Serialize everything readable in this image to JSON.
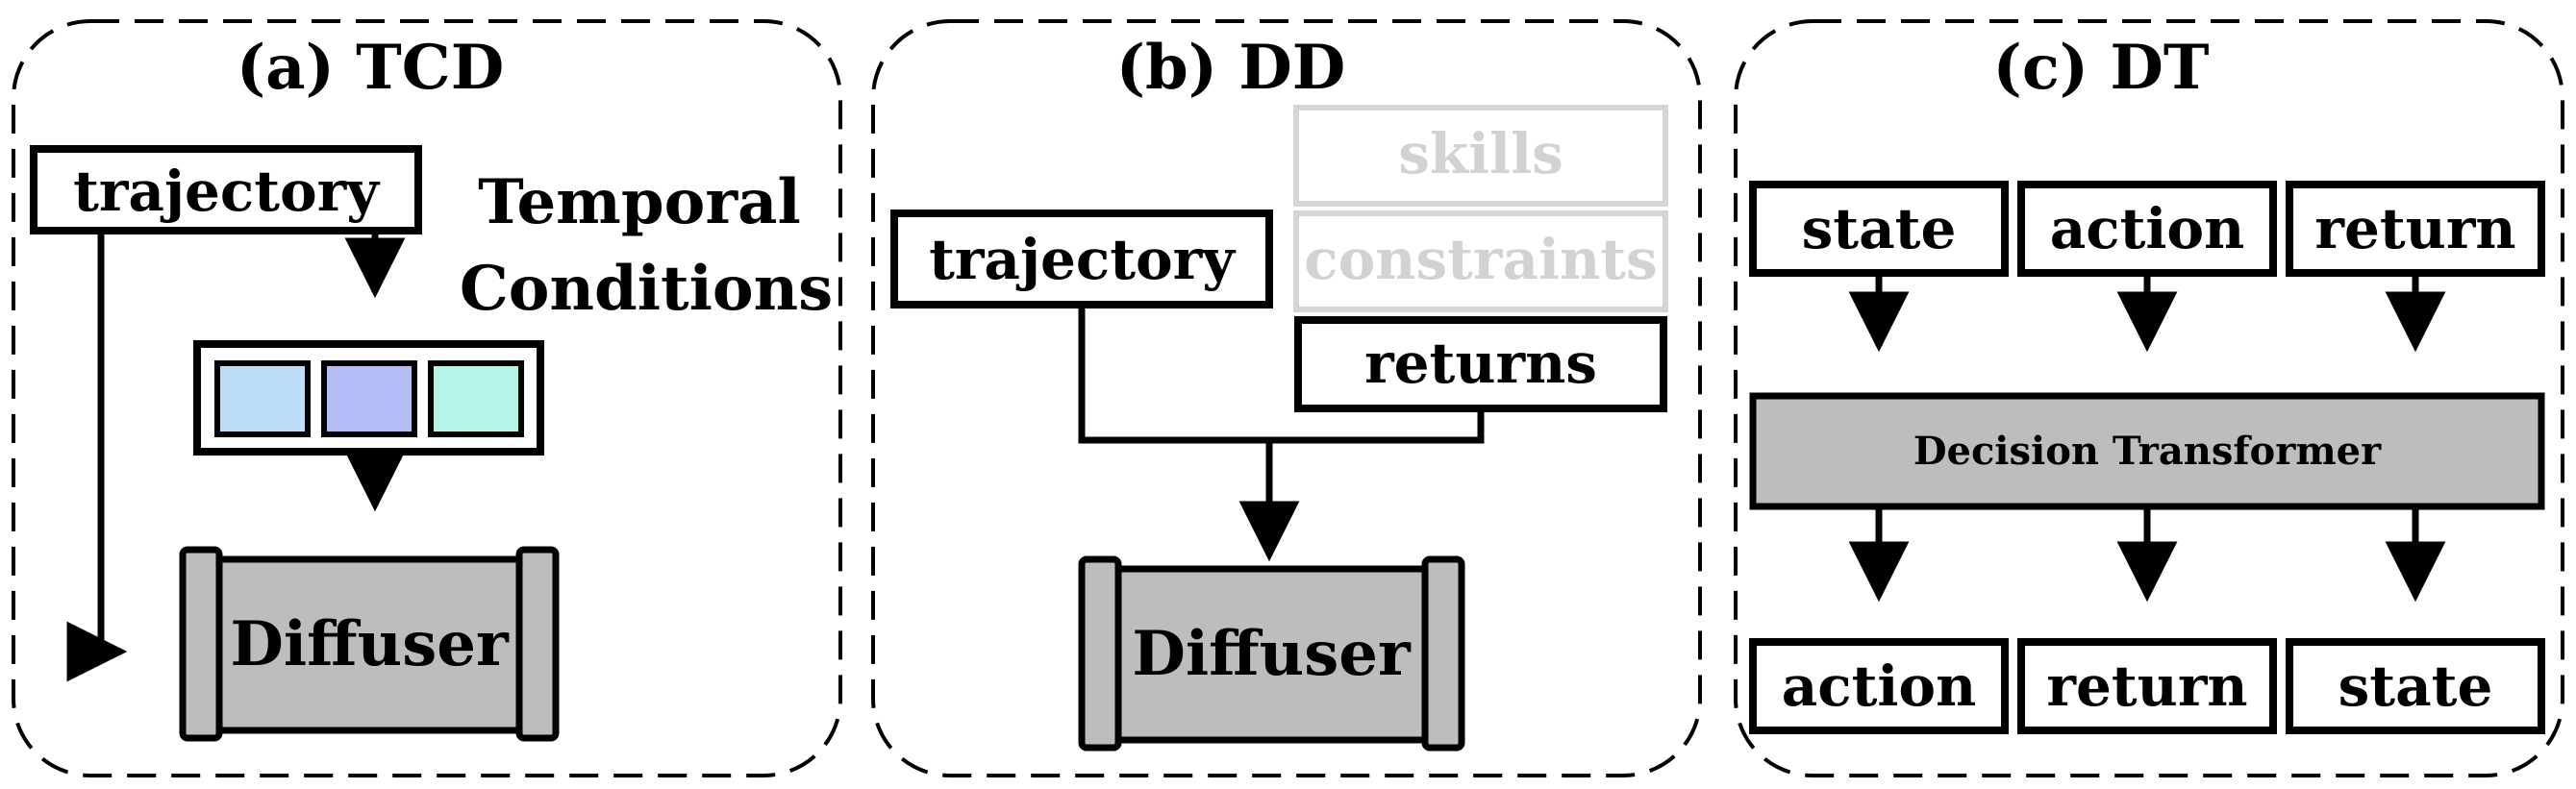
{
  "panels": {
    "a": {
      "title": "(a) TCD",
      "trajectory": "trajectory",
      "side_label_line1": "Temporal",
      "side_label_line2": "Conditions",
      "diffuser": "Diffuser",
      "cell_colors": [
        "#b9def5",
        "#b4bdf5",
        "#b5f5e8"
      ]
    },
    "b": {
      "title": "(b) DD",
      "trajectory": "trajectory",
      "skills": "skills",
      "constraints": "constraints",
      "returns": "returns",
      "diffuser": "Diffuser"
    },
    "c": {
      "title": "(c) DT",
      "inputs": [
        "state",
        "action",
        "return"
      ],
      "model": "Decision Transformer",
      "outputs": [
        "action",
        "return",
        "state"
      ]
    }
  },
  "colors": {
    "block_fill": "#bdbdbd",
    "faded": "#d2d2d2"
  }
}
